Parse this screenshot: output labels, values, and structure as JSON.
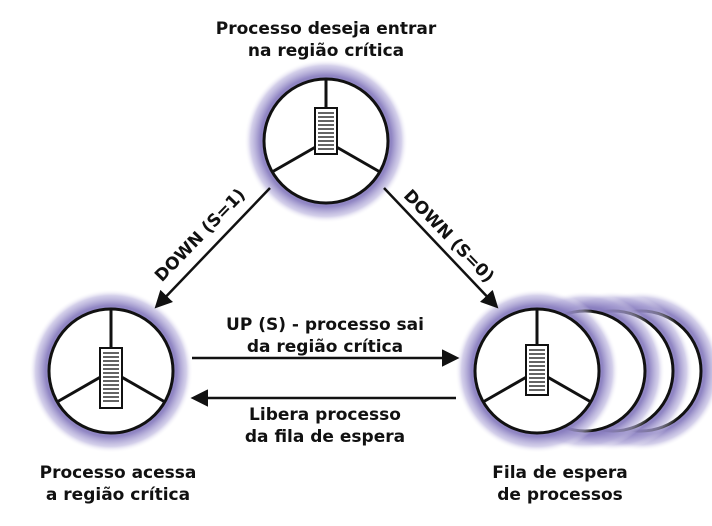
{
  "nodes": {
    "top": {
      "line1": "Processo deseja entrar",
      "line2": "na região crítica"
    },
    "left": {
      "line1": "Processo acessa",
      "line2": "a região crítica"
    },
    "right": {
      "line1": "Fila de espera",
      "line2": "de processos"
    }
  },
  "edges": {
    "down_s1": "DOWN (S=1)",
    "down_s0": "DOWN (S=0)",
    "up": {
      "line1": "UP (S) - processo sai",
      "line2": "da região crítica"
    },
    "libera": {
      "line1": "Libera processo",
      "line2": "da fila de espera"
    }
  },
  "colors": {
    "glow": "#8a7fc0",
    "stroke": "#111111",
    "fill": "#ffffff"
  },
  "icons": {
    "process": "process-wheel-icon",
    "document": "document-lines-icon"
  }
}
